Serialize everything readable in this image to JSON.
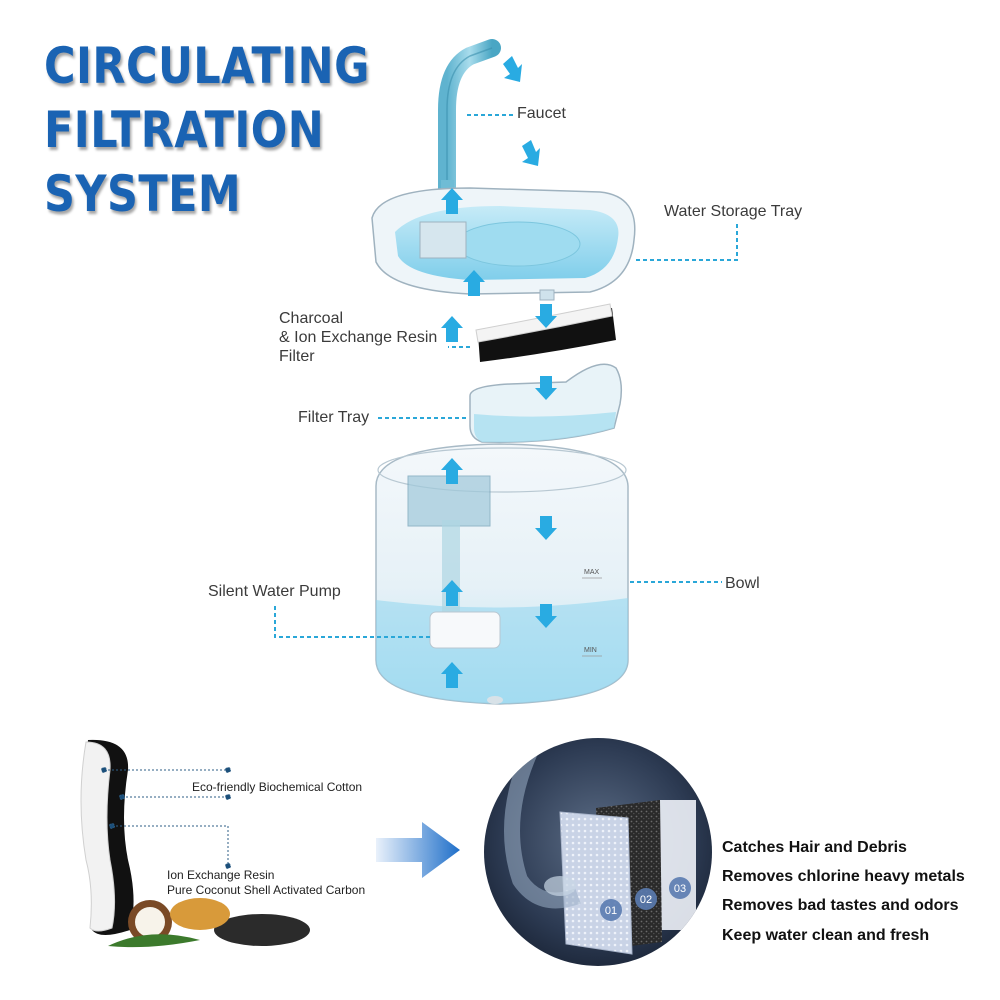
{
  "title": {
    "line1": "CIRCULATING",
    "line2": "FILTRATION",
    "line3": "SYSTEM"
  },
  "labels": {
    "faucet": "Faucet",
    "storage_tray": "Water Storage Tray",
    "filter_line1": "Charcoal",
    "filter_line2": "& Ion Exchange Resin",
    "filter_line3": "Filter",
    "filter_tray": "Filter Tray",
    "pump": "Silent Water Pump",
    "bowl": "Bowl",
    "max_mark": "MAX",
    "min_mark": "MIN"
  },
  "filter_layers": {
    "cotton": "Eco-friendly Biochemical Cotton",
    "resin": "Ion Exchange Resin",
    "carbon": "Pure Coconut Shell Activated Carbon"
  },
  "stages": [
    "01",
    "02",
    "03"
  ],
  "benefits": [
    "Catches Hair and Debris",
    "Removes chlorine heavy metals",
    "Removes bad tastes and odors",
    "Keep water clean and fresh"
  ],
  "colors": {
    "title": "#1a63b3",
    "arrow": "#29abe2",
    "leader": "#2aa7d8",
    "water": "#8fd6ee"
  }
}
